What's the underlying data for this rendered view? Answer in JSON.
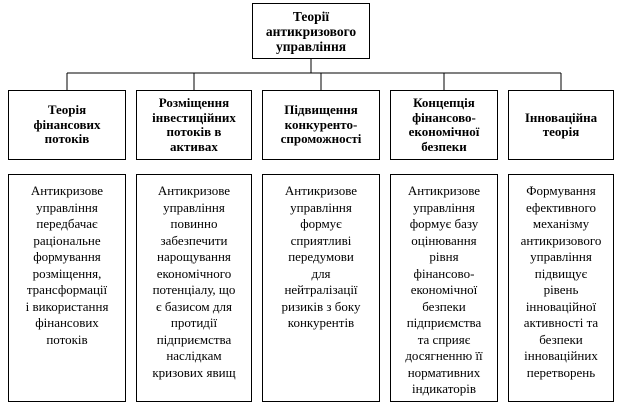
{
  "diagram": {
    "root": {
      "title": "Теорії\nантикризового\nуправління"
    },
    "columns": [
      {
        "heading": "Теорія\nфінансових\nпотоків",
        "description": "Антикризове\nуправління\nпередбачає\nраціональне\nформування\nрозміщення,\nтрансформації\nі використання\nфінансових\nпотоків"
      },
      {
        "heading": "Розміщення\nінвестиційних\nпотоків в\nактивах",
        "description": "Антикризове\nуправління\nповинно\nзабезпечити\nнарощування\nекономічного\nпотенціалу, що\nє базисом для\nпротидії\nпідприємства\nнаслідкам\nкризових явищ"
      },
      {
        "heading": "Підвищення\nконкуренто-\nспроможності",
        "description": "Антикризове\nуправління\nформує\nсприятливі\nпередумови\nдля\nнейтралізації\nризиків з боку\nконкурентів"
      },
      {
        "heading": "Концепція\nфінансово-\nекономічної\nбезпеки",
        "description": "Антикризове\nуправління\nформує базу\nоцінювання\nрівня\nфінансово-\nекономічної\nбезпеки\nпідприємства\nта сприяє\nдосягненню її\nнормативних\nіндикаторів"
      },
      {
        "heading": "Інноваційна\nтеорія",
        "description": "Формування\nефективного\nмеханізму\nантикризового\nуправління\nпідвищує\nрівень\nінноваційної\nактивності та\nбезпеки\nінноваційних\nперетворень"
      }
    ]
  }
}
